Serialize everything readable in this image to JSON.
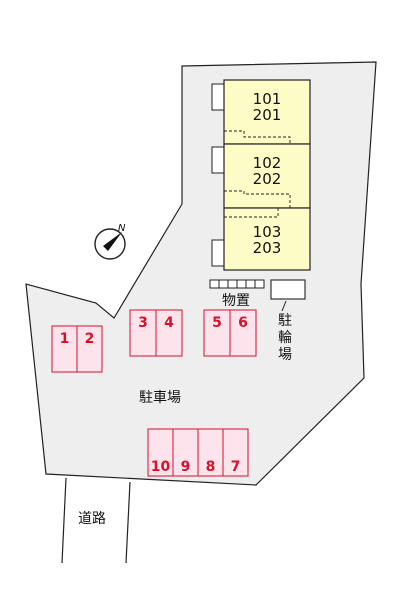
{
  "map": {
    "title": "",
    "compass": {
      "label": "N",
      "icon": "north-arrow"
    },
    "building": {
      "units": [
        {
          "upper": "101",
          "lower": "201"
        },
        {
          "upper": "102",
          "lower": "202"
        },
        {
          "upper": "103",
          "lower": "203"
        }
      ],
      "fill_color": "#fdfcc6"
    },
    "storage": {
      "label": "物置"
    },
    "bicycle_parking": {
      "chars": [
        "駐",
        "輪",
        "場"
      ]
    },
    "parking_lot": {
      "label": "駐車場"
    },
    "parking_spaces": [
      "1",
      "2",
      "3",
      "4",
      "5",
      "6",
      "7",
      "8",
      "9",
      "10"
    ],
    "parking_space_color": "#fde4ec",
    "parking_space_outline": "#d8102a",
    "road": {
      "label": "道路"
    }
  }
}
